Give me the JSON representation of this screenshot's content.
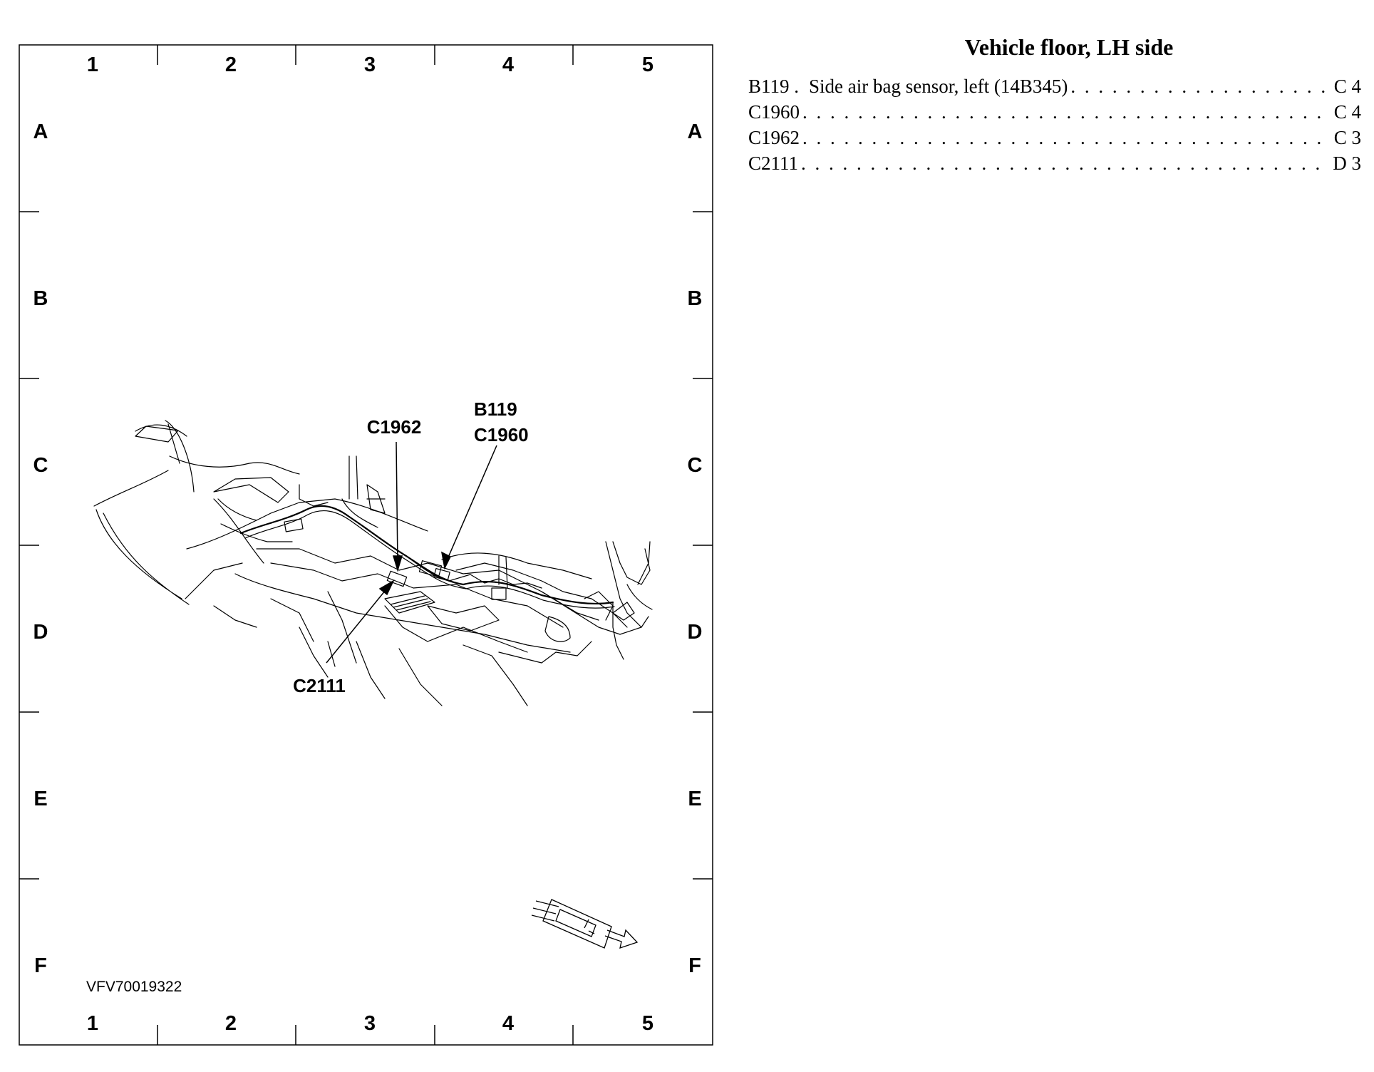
{
  "grid": {
    "columns": [
      "1",
      "2",
      "3",
      "4",
      "5"
    ],
    "rows": [
      "A",
      "B",
      "C",
      "D",
      "E",
      "F"
    ]
  },
  "figure": {
    "id": "VFV70019322",
    "callouts": {
      "c1962": "C1962",
      "b119": "B119",
      "c1960": "C1960",
      "c2111": "C2111"
    }
  },
  "legend": {
    "title": "Vehicle floor, LH side",
    "items": [
      {
        "code": "B119 .",
        "description": "Side air bag sensor, left (14B345)",
        "location": "C 4"
      },
      {
        "code": "C1960",
        "description": "",
        "location": "C 4"
      },
      {
        "code": "C1962",
        "description": "",
        "location": "C 3"
      },
      {
        "code": "C2111",
        "description": "",
        "location": "D 3"
      }
    ]
  },
  "colors": {
    "ink": "#000000",
    "paper": "#ffffff"
  },
  "icons": {
    "direction": "vehicle-front-arrow-icon"
  }
}
